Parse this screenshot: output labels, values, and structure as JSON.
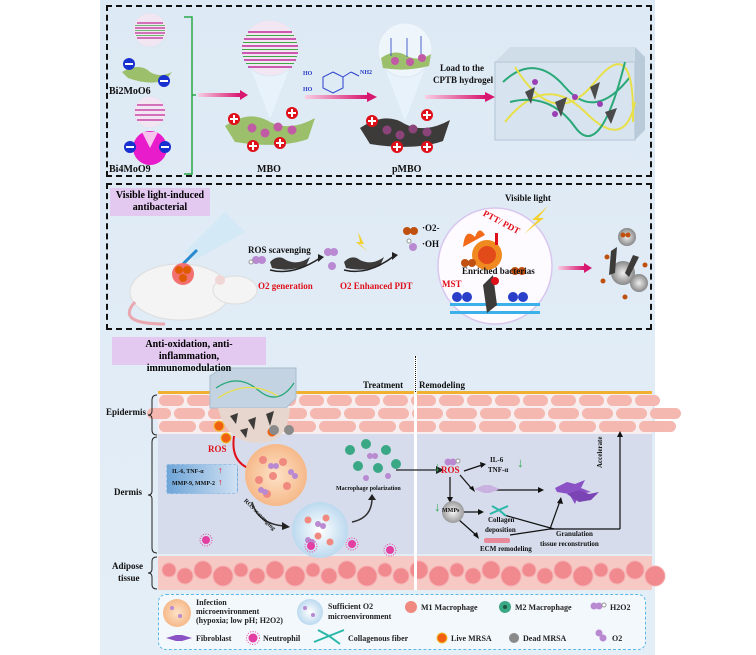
{
  "panel_top": {
    "materials": {
      "bi2moo6": "Bi2MoO6",
      "bi4moo9": "Bi4MoO9"
    },
    "mbo_label": "MBO",
    "dopamine_labels": {
      "ho1": "HO",
      "ho2": "HO",
      "nh2": "NH2"
    },
    "pmbo_label": "pMBO",
    "load_label_line1": "Load to the",
    "load_label_line2": "CPTB  hydrogel"
  },
  "panel_middle": {
    "banner_line1": "Visible light-induced",
    "banner_line2": "antibacterial",
    "ros_scavenging": "ROS scavenging",
    "o2_generation": "O2 generation",
    "o2_enhanced_pdt": "O2 Enhanced PDT",
    "superoxide": "·O2-",
    "hydroxyl": "·OH",
    "visible_light": "Visible light",
    "ptt_pdt": "PTT/ PDT",
    "enriched": "Enriched bacterias",
    "mst": "MST"
  },
  "panel_bottom": {
    "banner_line1": "Anti-oxidation, anti-inflammation,",
    "banner_line2": "immunomodulation",
    "treatment": "Treatment",
    "remodeling": "Remodeling",
    "layers": {
      "epidermis": "Epidermis",
      "dermis": "Dermis",
      "adipose_line1": "Adipose",
      "adipose_line2": "tissue"
    },
    "ros_red": "ROS",
    "cytokines_line1": "IL-6, TNF-α",
    "cytokines_line2": "MMP-9, MMP-2",
    "ros_scavenging": "ROS scavenging",
    "macrophage_polarization": "Macrophage polarization",
    "right_ros": "ROS",
    "il6": "IL-6",
    "tnf": "TNF-α",
    "mmps": "MMPs",
    "collagen_line1": "Collagen",
    "collagen_line2": "deposition",
    "ecm": "ECM remodeling",
    "granulation_line1": "Granulation",
    "granulation_line2": "tissue reconstrution",
    "accelerate": "Accelerate"
  },
  "legend": {
    "infection_line1": "Infection",
    "infection_line2": "microenvironment",
    "infection_line3": "(hypoxia; low pH; H2O2)",
    "sufficient_line1": "Sufficient O2",
    "sufficient_line2": "microenvironment",
    "m1": "M1 Macrophage",
    "m2": "M2 Macrophage",
    "h2o2": "H2O2",
    "fibroblast": "Fibroblast",
    "neutrophil": "Neutrophil",
    "collagenous": "Collagenous fiber",
    "live_mrsa": "Live MRSA",
    "dead_mrsa": "Dead MRSA",
    "o2": "O2"
  },
  "colors": {
    "panel_bg": "#dde9f4",
    "banner": "#e3c8f0",
    "accent_red": "#e0101a",
    "skin": "#f4b8b0",
    "dermis": "#d6dcec",
    "adipose": "#f6c9c4",
    "legend_border": "#5bb8e6",
    "sheet_green": "#9bbf6a"
  }
}
